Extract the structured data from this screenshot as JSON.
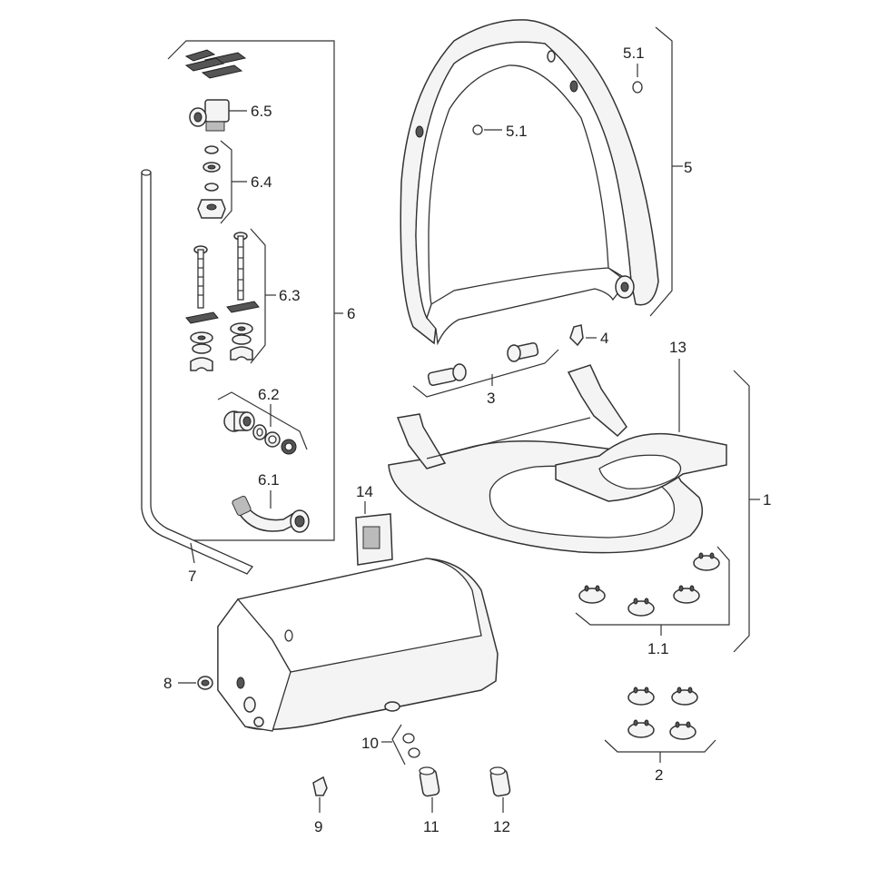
{
  "labels": {
    "p1": "1",
    "p1_1": "1.1",
    "p2": "2",
    "p3": "3",
    "p4": "4",
    "p5": "5",
    "p5_1a": "5.1",
    "p5_1b": "5.1",
    "p6": "6",
    "p6_1": "6.1",
    "p6_2": "6.2",
    "p6_3": "6.3",
    "p6_4": "6.4",
    "p6_5": "6.5",
    "p7": "7",
    "p8": "8",
    "p9": "9",
    "p10": "10",
    "p11": "11",
    "p12": "12",
    "p13": "13",
    "p14": "14"
  }
}
